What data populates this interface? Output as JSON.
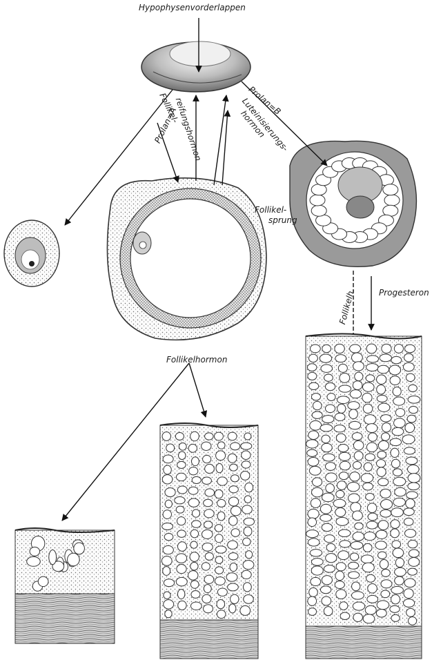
{
  "labels": {
    "pituitary": "Hypophysenvorderlappen",
    "prolan_a": "Prolan=A",
    "fsh_line1": "Follikel-",
    "fsh_line2": "reifungshormon",
    "prolan_b": "Prolan=B",
    "lh_line1": "Luteinisierungs-",
    "lh_line2": "hormon",
    "rupture_line1": "Follikel-",
    "rupture_line2": "sprung",
    "progesterone": "Progesteron",
    "follicle_hormone_short": "Follikelh.",
    "follicle_hormone": "Follikelhormon"
  }
}
